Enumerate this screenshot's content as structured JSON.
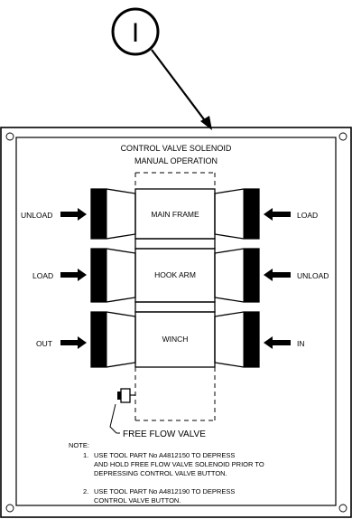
{
  "callout": {
    "label": "I"
  },
  "plate": {
    "title_line1": "CONTROL VALVE SOLENOID",
    "title_line2": "MANUAL OPERATION"
  },
  "solenoids": [
    {
      "name": "MAIN FRAME",
      "left_label": "UNLOAD",
      "right_label": "LOAD"
    },
    {
      "name": "HOOK ARM",
      "left_label": "LOAD",
      "right_label": "UNLOAD"
    },
    {
      "name": "WINCH",
      "left_label": "OUT",
      "right_label": "IN"
    }
  ],
  "free_flow_valve": {
    "label": "FREE FLOW VALVE"
  },
  "notes": {
    "heading": "NOTE:",
    "item1_num": "1.",
    "item1_lines": [
      "USE TOOL PART No A4812150 TO DEPRESS",
      "AND HOLD FREE FLOW VALVE SOLENOID PRIOR TO",
      "DEPRESSING CONTROL VALVE BUTTON."
    ],
    "item2_num": "2.",
    "item2_lines": [
      "USE TOOL PART No A4812190 TO DEPRESS",
      "CONTROL VALVE BUTTON."
    ]
  }
}
